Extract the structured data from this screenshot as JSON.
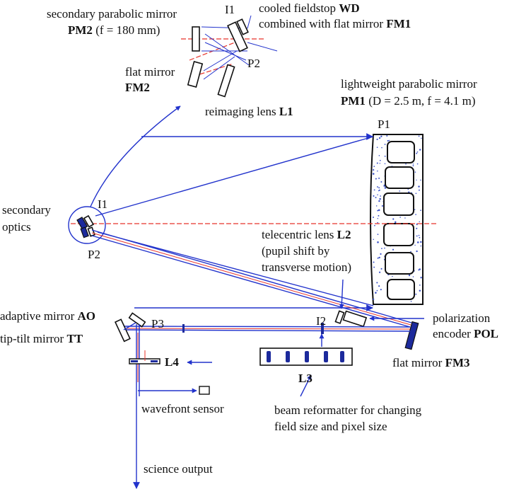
{
  "labels": {
    "i1_top": "I1",
    "fieldstop_line1": "cooled fieldstop ",
    "fieldstop_bold1": "WD",
    "fieldstop_line2": "combined with flat mirror ",
    "fieldstop_bold2": "FM1",
    "pm2_line1": "secondary parabolic mirror",
    "pm2_bold": "PM2",
    "pm2_spec": " (f = 180 mm)",
    "p2_top": "P2",
    "fm2_line1": "flat mirror",
    "fm2_bold": "FM2",
    "l1_text": "reimaging lens ",
    "l1_bold": "L1",
    "pm1_line1": "lightweight parabolic mirror",
    "pm1_bold": "PM1",
    "pm1_spec": " (D = 2.5 m, f = 4.1 m)",
    "p1": "P1",
    "i1_mid": "I1",
    "sec_optics_1": "secondary",
    "sec_optics_2": "optics",
    "p2_mid": "P2",
    "l2_line1": "telecentric lens ",
    "l2_bold": "L2",
    "l2_line2": "(pupil shift by",
    "l2_line3": "transverse motion)",
    "ao_text": "adaptive mirror ",
    "ao_bold": "AO",
    "p3": "P3",
    "tt_text": "tip-tilt mirror ",
    "tt_bold": "TT",
    "i2": "I2",
    "pol_line1": "polarization",
    "pol_line2": "encoder ",
    "pol_bold": "POL",
    "fm3_text": "flat mirror ",
    "fm3_bold": "FM3",
    "l4": "L4",
    "l3": "L3",
    "wfs": "wavefront sensor",
    "reform_line1": "beam reformatter for changing",
    "reform_line2": "field size and pixel size",
    "science": "science output"
  },
  "colors": {
    "ray": "#2233cc",
    "axis": "#e8332a",
    "dark_optic": "#1c2a9c",
    "speckle": "#3b52c8"
  }
}
